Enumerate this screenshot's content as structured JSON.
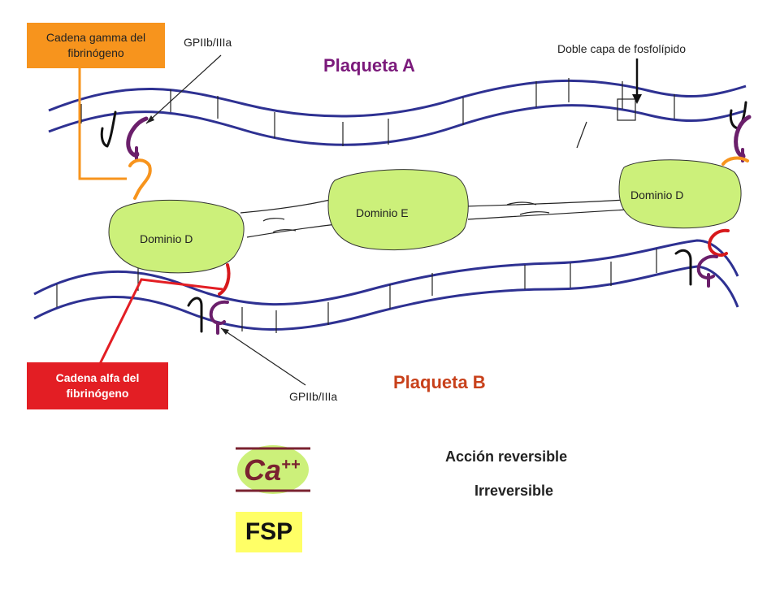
{
  "labels": {
    "gamma_chain": "Cadena gamma del fibrinógeno",
    "gp_top": "GPIIb/IIIa",
    "gp_bottom": "GPIIb/IIIa",
    "phospholipid": "Doble capa de fosfolípido",
    "platelet_a": "Plaqueta  A",
    "platelet_b": "Plaqueta  B",
    "domain_e": "Dominio  E",
    "domain_d_left": "Dominio  D",
    "domain_d_right": "Dominio  D",
    "alpha_chain": "Cadena alfa del fibrinógeno",
    "action_reversible": "Acción  reversible",
    "irreversible": "Irreversible",
    "calcium": "Ca",
    "calcium_charge": "++",
    "fsp": "FSP"
  },
  "colors": {
    "membrane": "#2e3192",
    "gamma_box": "#f7941d",
    "alpha_box": "#e31e24",
    "domain_fill": "#ccf07a",
    "receptor_purple": "#6b1f6b",
    "receptor_red": "#d7191c",
    "platelet_a_text": "#7b1a7b",
    "platelet_b_text": "#c8411b",
    "calcium_text": "#7a2230",
    "fsp_box": "#ffff66"
  }
}
